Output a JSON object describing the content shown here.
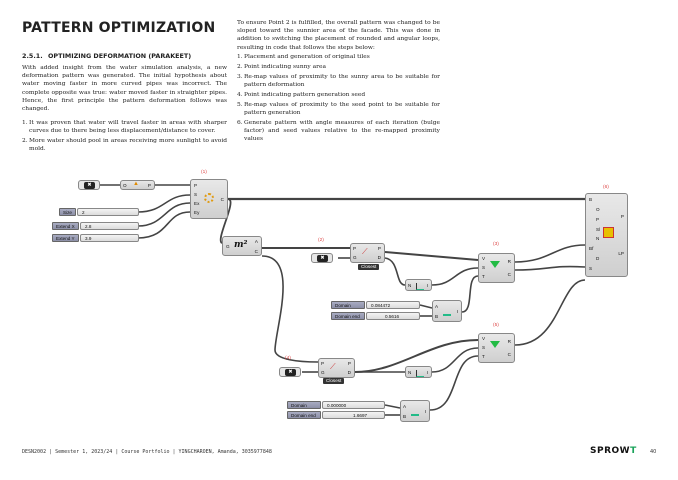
{
  "page": {
    "title": "PATTERN OPTIMIZATION",
    "section_number": "2.5.1.",
    "section_title": "OPTIMIZING DEFORMATION (PARAKEET)",
    "intro_paragraph": "With added insight from the water simulation analysis, a new deformation pattern was generated. The initial hypothesis about water moving faster in more curved pipes was incorrect. The complete opposite was true: water moved faster in straighter pipes. Hence, the first principle the pattern deformation follows was changed.",
    "principles": [
      {
        "n": "1.",
        "text": "It was proven that water will travel faster in areas with sharper curves due to there being less displacement/distance to cover."
      },
      {
        "n": "2.",
        "text": "More water should pool in areas receiving more sunlight to avoid mold."
      }
    ],
    "right_paragraph": "To ensure Point 2 is fulfilled, the overall pattern was changed to be sloped toward the sunnier area of the facade. This was done in addition to switching the placement of rounded and angular loops, resulting in code that follows the steps below:",
    "steps": [
      {
        "n": "1.",
        "text": "Placement and generation of original tiles"
      },
      {
        "n": "2.",
        "text": "Point indicating sunny area"
      },
      {
        "n": "3.",
        "text": "Re-map values of proximity to the sunny area to be suitable for pattern deformation"
      },
      {
        "n": "4.",
        "text": "Point indicating pattern generation seed"
      },
      {
        "n": "5.",
        "text": "Re-map values of proximity to the seed point to be suitable for pattern generation"
      },
      {
        "n": "6.",
        "text": "Generate pattern with angle measures of each iteration (bulge factor) and seed values relative to the re-mapped proximity values"
      }
    ]
  },
  "diagram": {
    "labels": {
      "l1": "(1)",
      "l2": "(2)",
      "l3": "(3)",
      "l4": "(4)",
      "l5": "(5)",
      "l6": "(6)"
    },
    "sliders": {
      "size": {
        "name": "Size",
        "value": "2"
      },
      "extend_x": {
        "name": "Extend X",
        "value": "2.8"
      },
      "extend_y": {
        "name": "Extend Y",
        "value": "3.9"
      },
      "domain_start_1": {
        "name": "Domain start",
        "value": "0.084472"
      },
      "domain_end_1": {
        "name": "Domain end",
        "value": "0.5616"
      },
      "domain_start_2": {
        "name": "Domain start",
        "value": "0.000000"
      },
      "domain_end_2": {
        "name": "Domain end",
        "value": "1.6697"
      }
    },
    "closest_label": "Closest",
    "ports": {
      "pt_in": "O",
      "pt_out": "P",
      "grid": [
        "P",
        "S",
        "Ex",
        "Ey"
      ],
      "grid_out": "C",
      "area_in": "G",
      "area_out": [
        "A",
        "C"
      ],
      "cp_in": [
        "P",
        "G"
      ],
      "cp_out": [
        "P",
        "D"
      ],
      "bounds_in": "N",
      "bounds_out": "I",
      "construct_in": [
        "A",
        "B"
      ],
      "construct_out": "I",
      "remap_in": [
        "V",
        "S",
        "T"
      ],
      "remap_out": [
        "R",
        "C"
      ],
      "parakeet_in": [
        "B",
        "O",
        "P",
        "Sl",
        "N",
        "Bf",
        "D",
        "S"
      ],
      "parakeet_out": [
        "P",
        "LP"
      ]
    }
  },
  "footer": {
    "text": "DESN2002 | Semester 1, 2023/24 | Course Portfolio |  YINGCHAROEN, Amanda, 3035977848",
    "brand_main": "SPROW",
    "brand_accent": "T",
    "page_number": "40"
  }
}
